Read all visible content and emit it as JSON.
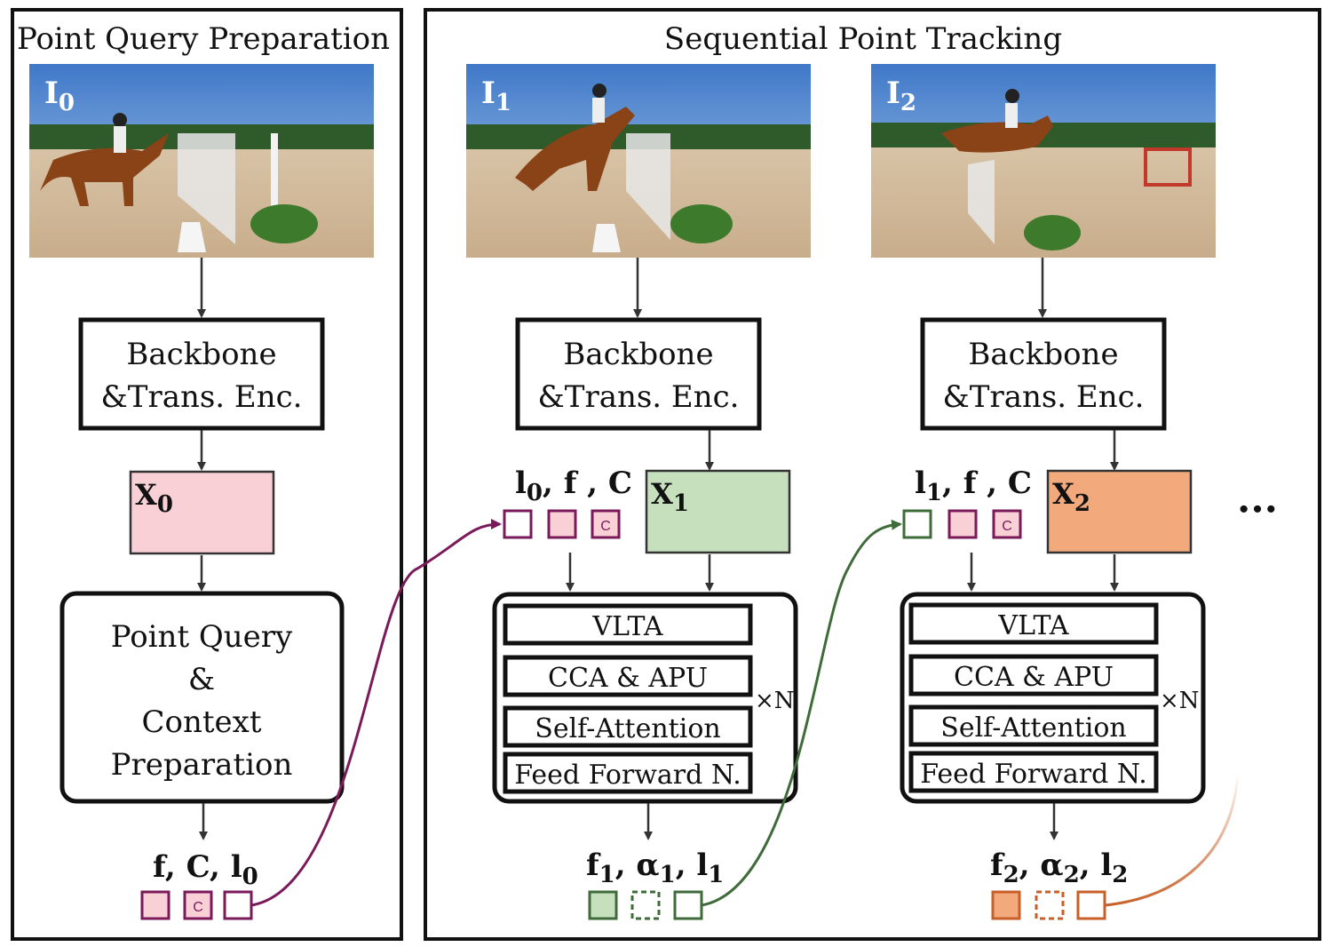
{
  "panels": {
    "prep_title": "Point Query Preparation",
    "track_title": "Sequential Point Tracking"
  },
  "frames": [
    {
      "label": "I",
      "sub": "0"
    },
    {
      "label": "I",
      "sub": "1"
    },
    {
      "label": "I",
      "sub": "2"
    }
  ],
  "encoder": {
    "line1": "Backbone",
    "line2": "&Trans. Enc."
  },
  "features": [
    {
      "label": "X",
      "sub": "0",
      "color": "#f9d0d6"
    },
    {
      "label": "X",
      "sub": "1",
      "color": "#c6e0bd"
    },
    {
      "label": "X",
      "sub": "2",
      "color": "#f2a97c"
    }
  ],
  "prep_module": {
    "lines": [
      "Point Query",
      "&",
      "Context",
      "Preparation"
    ]
  },
  "decoder": {
    "layers": [
      "VLTA",
      "CCA & APU",
      "Self-Attention",
      "Feed Forward N."
    ],
    "repeat": "×N"
  },
  "token_labels": {
    "prep_out": {
      "f": "f",
      "C": "C",
      "l": "l",
      "l_sub": "0"
    },
    "in1": {
      "l": "l",
      "l_sub": "0",
      "f": "f",
      "C": "C"
    },
    "in2": {
      "l": "l",
      "l_sub": "1",
      "f": "f",
      "C": "C"
    },
    "out1": {
      "f": "f",
      "f_sub": "1",
      "a": "α",
      "a_sub": "1",
      "l": "l",
      "l_sub": "1"
    },
    "out2": {
      "f": "f",
      "f_sub": "2",
      "a": "α",
      "a_sub": "2",
      "l": "l",
      "l_sub": "2"
    }
  },
  "context_token_letter": "C",
  "ellipsis": "···",
  "colors": {
    "pink_fill": "#f9d0d6",
    "purple": "#7a1a5a",
    "green": "#3f6b3a",
    "green_fill": "#c6e0bd",
    "orange": "#c95f28",
    "orange_fill": "#f2a97c"
  }
}
